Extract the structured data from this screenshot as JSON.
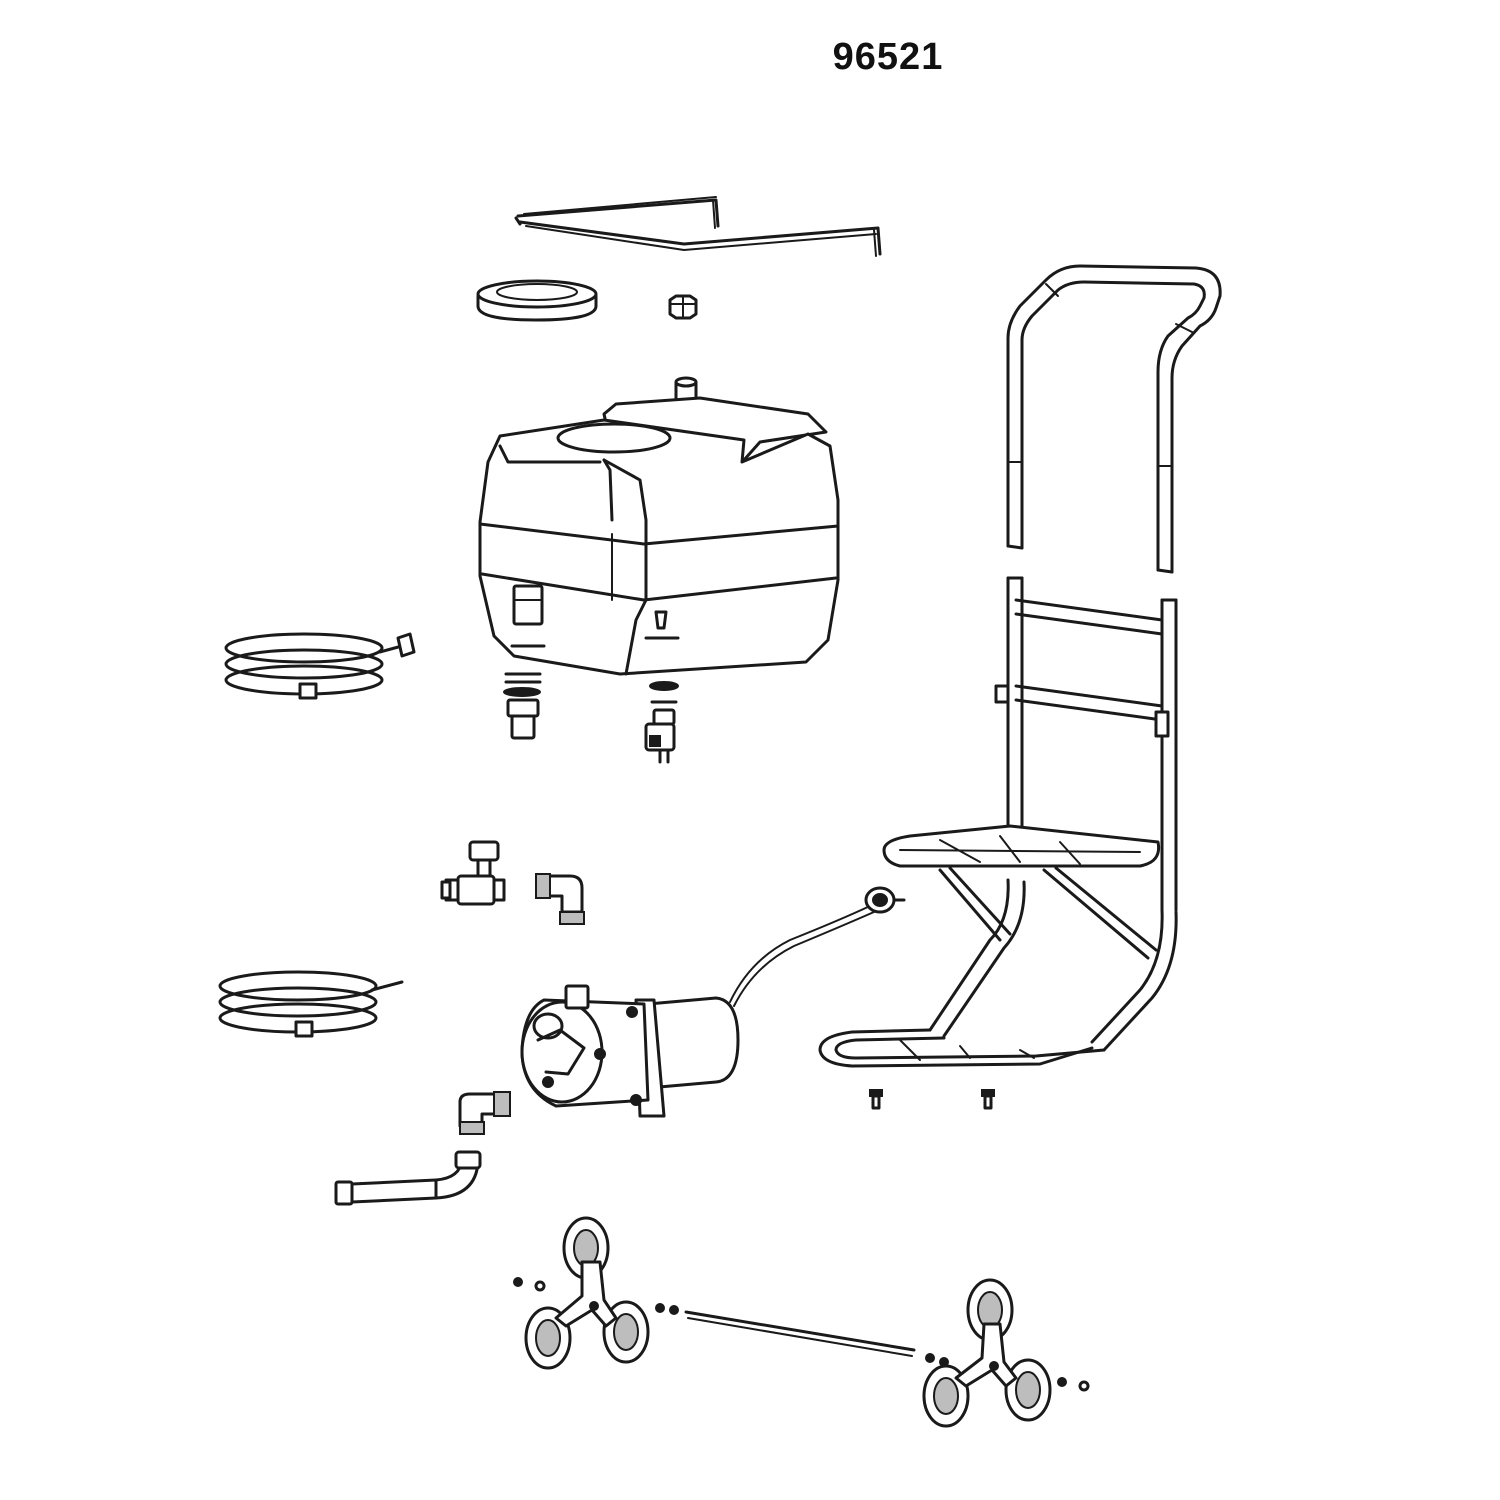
{
  "page": {
    "title": "96521"
  },
  "colors": {
    "ink": "#1a1a1a",
    "background": "#ffffff"
  },
  "parts": [
    {
      "name": "lid-bracket-rod"
    },
    {
      "name": "tank-cap-ring"
    },
    {
      "name": "small-nut"
    },
    {
      "name": "water-tank"
    },
    {
      "name": "tank-outlet-fitting"
    },
    {
      "name": "tank-drain-valve"
    },
    {
      "name": "upper-handle-frame"
    },
    {
      "name": "lower-cart-frame"
    },
    {
      "name": "coiled-hose-upper"
    },
    {
      "name": "coiled-hose-lower"
    },
    {
      "name": "tee-valve"
    },
    {
      "name": "elbow-fitting-upper"
    },
    {
      "name": "elbow-fitting-lower"
    },
    {
      "name": "pump-motor"
    },
    {
      "name": "power-cord-plug"
    },
    {
      "name": "outlet-pipe"
    },
    {
      "name": "frame-bolts"
    },
    {
      "name": "stair-climber-wheel-left"
    },
    {
      "name": "stair-climber-wheel-right"
    },
    {
      "name": "wheel-axle"
    }
  ]
}
